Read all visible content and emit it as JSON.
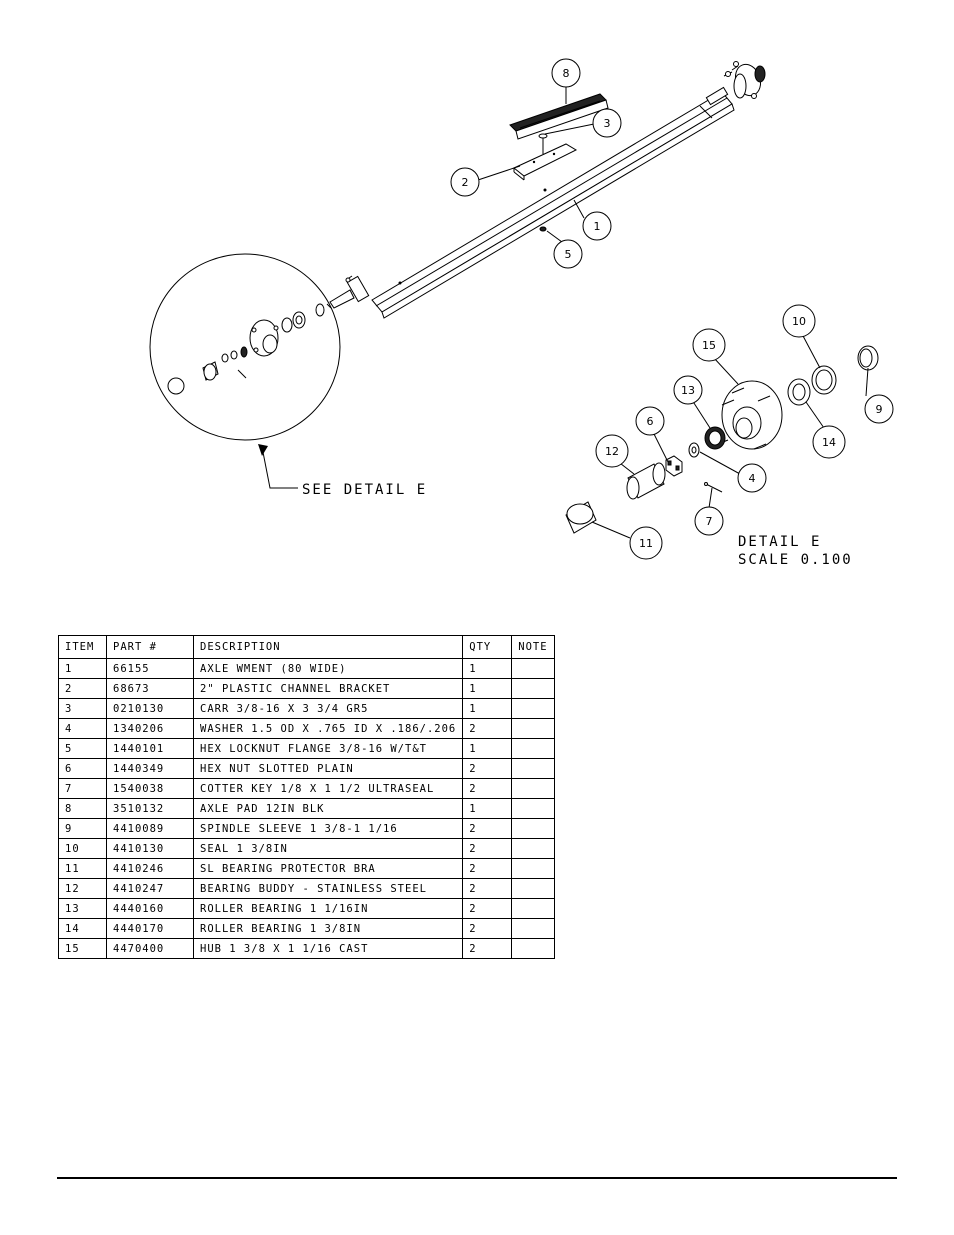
{
  "callouts": {
    "c1": "1",
    "c2": "2",
    "c3": "3",
    "c4": "4",
    "c5": "5",
    "c6": "6",
    "c7": "7",
    "c8": "8",
    "c9": "9",
    "c10": "10",
    "c11": "11",
    "c12": "12",
    "c13": "13",
    "c14": "14",
    "c15": "15"
  },
  "see_detail": "SEE DETAIL  E",
  "detail_title": "DETAIL  E",
  "detail_scale": "SCALE  0.100",
  "bom": {
    "headers": {
      "item": "ITEM",
      "part": "PART #",
      "description": "DESCRIPTION",
      "qty": "QTY",
      "note": "NOTE"
    },
    "rows": [
      {
        "item": "1",
        "part": "66155",
        "description": "AXLE WMENT (80 WIDE)",
        "qty": "1",
        "note": ""
      },
      {
        "item": "2",
        "part": "68673",
        "description": "2\" PLASTIC CHANNEL BRACKET",
        "qty": "1",
        "note": ""
      },
      {
        "item": "3",
        "part": "0210130",
        "description": "CARR 3/8-16 X 3 3/4 GR5",
        "qty": "1",
        "note": ""
      },
      {
        "item": "4",
        "part": "1340206",
        "description": "WASHER 1.5 OD X .765 ID X .186/.206",
        "qty": "2",
        "note": ""
      },
      {
        "item": "5",
        "part": "1440101",
        "description": "HEX LOCKNUT FLANGE 3/8-16 W/T&T",
        "qty": "1",
        "note": ""
      },
      {
        "item": "6",
        "part": "1440349",
        "description": "HEX NUT SLOTTED PLAIN",
        "qty": "2",
        "note": ""
      },
      {
        "item": "7",
        "part": "1540038",
        "description": "COTTER KEY 1/8 X 1 1/2 ULTRASEAL",
        "qty": "2",
        "note": ""
      },
      {
        "item": "8",
        "part": "3510132",
        "description": "AXLE PAD 12IN  BLK",
        "qty": "1",
        "note": ""
      },
      {
        "item": "9",
        "part": "4410089",
        "description": "SPINDLE SLEEVE  1 3/8-1 1/16",
        "qty": "2",
        "note": ""
      },
      {
        "item": "10",
        "part": "4410130",
        "description": "SEAL  1 3/8IN",
        "qty": "2",
        "note": ""
      },
      {
        "item": "11",
        "part": "4410246",
        "description": "SL BEARING PROTECTOR BRA",
        "qty": "2",
        "note": ""
      },
      {
        "item": "12",
        "part": "4410247",
        "description": "BEARING BUDDY - STAINLESS STEEL",
        "qty": "2",
        "note": ""
      },
      {
        "item": "13",
        "part": "4440160",
        "description": "ROLLER BEARING   1 1/16IN",
        "qty": "2",
        "note": ""
      },
      {
        "item": "14",
        "part": "4440170",
        "description": "ROLLER BEARING   1 3/8IN",
        "qty": "2",
        "note": ""
      },
      {
        "item": "15",
        "part": "4470400",
        "description": "HUB   1 3/8 X 1 1/16 CAST",
        "qty": "2",
        "note": ""
      }
    ]
  }
}
